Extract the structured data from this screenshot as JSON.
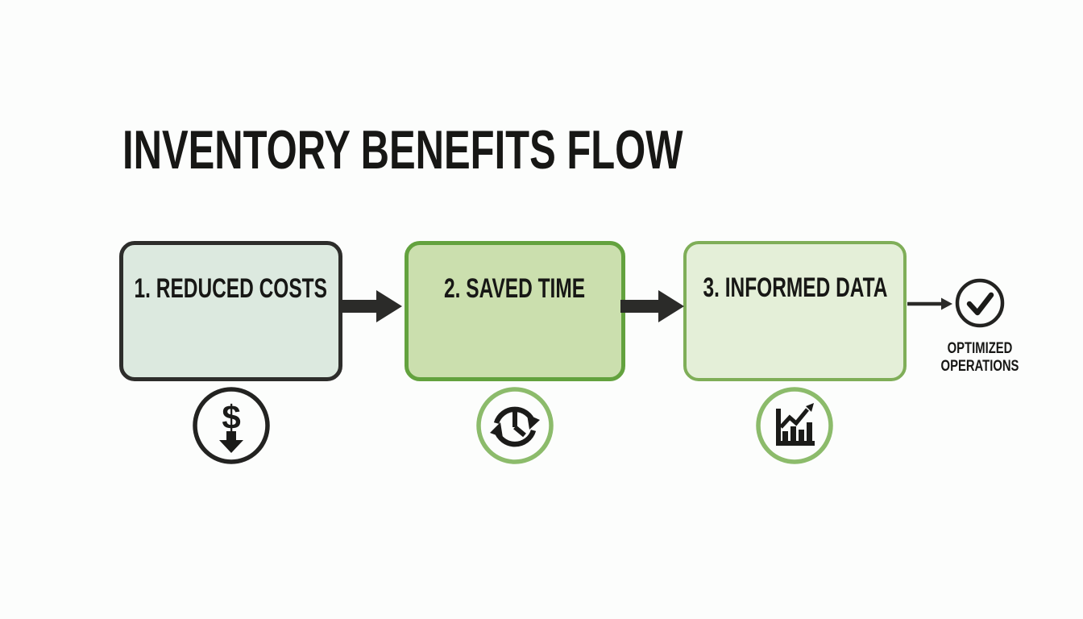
{
  "title": "INVENTORY BENEFITS FLOW",
  "steps": [
    {
      "label": "1. REDUCED COSTS",
      "fill": "#dce9df",
      "border": "#2d2d2b",
      "icon": "dollar-decrease-icon"
    },
    {
      "label": "2. SAVED TIME",
      "fill": "#cbdfae",
      "border": "#63a23e",
      "icon": "clock-sync-icon"
    },
    {
      "label": "3. INFORMED DATA",
      "fill": "#e4efd8",
      "border": "#7fae58",
      "icon": "bar-chart-growth-icon"
    }
  ],
  "result": {
    "line1": "OPTIMIZED",
    "line2": "OPERATIONS",
    "icon": "check-circle-icon"
  },
  "colors": {
    "background": "#fcfdfc",
    "text": "#171715",
    "arrow": "#2b2b29",
    "icon_ring_dark": "#232321",
    "icon_ring_green": "#8cbb6b",
    "icon_glyph": "#1b1b19"
  }
}
